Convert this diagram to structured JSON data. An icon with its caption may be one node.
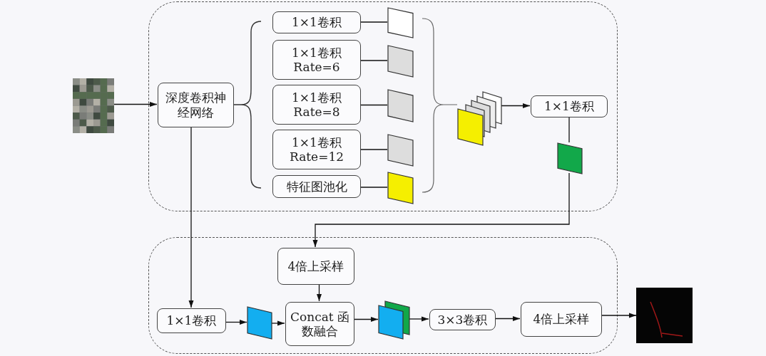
{
  "diagram": {
    "nodes": [
      {
        "text": [],
        "shape": "box"
      },
      {
        "text": [],
        "shape": "box"
      },
      {
        "text": [],
        "shape": "picture"
      },
      {
        "text": [
          "深度卷积神经网络"
        ],
        "in": 0
      },
      {
        "text": [
          "1×1卷积"
        ],
        "in": 0
      },
      {
        "text": [
          "1×1卷积 Rate=6"
        ],
        "in": 0
      },
      {
        "text": [
          "1×1卷积 Rate=8"
        ],
        "in": 0
      },
      {
        "text": [
          "1×1卷积 Rate=12"
        ],
        "in": 0
      },
      {
        "text": [
          "特征图池化"
        ],
        "in": 0
      },
      {
        "text": [],
        "shape": "box",
        "in": 0
      },
      {
        "text": [],
        "shape": "box",
        "in": 0
      },
      {
        "text": [],
        "shape": "box",
        "in": 0
      },
      {
        "text": [],
        "shape": "box",
        "in": 0
      },
      {
        "text": [],
        "shape": "box",
        "in": 0
      },
      {
        "text": [],
        "shape": "box",
        "in": 0
      },
      {
        "text": [
          "1×1卷积"
        ],
        "in": 0
      },
      {
        "text": [],
        "shape": "box",
        "in": 0
      },
      {
        "text": [
          "4倍上采样"
        ],
        "in": 1
      },
      {
        "text": [
          "1×1卷积"
        ],
        "in": 1
      },
      {
        "text": [],
        "shape": "box",
        "in": 1
      },
      {
        "text": [
          "Concat 函数融合"
        ],
        "in": 1
      },
      {
        "text": [],
        "shape": "box",
        "in": 1
      },
      {
        "text": [
          "3×3卷积"
        ],
        "in": 1
      },
      {
        "text": [
          "4倍上采样"
        ],
        "in": 1
      },
      {
        "text": [],
        "shape": "picture"
      }
    ],
    "edges": [
      {
        "from": 2,
        "to": 3,
        "arrow": "to"
      },
      {
        "from": 3,
        "to": 18,
        "arrow": "to"
      },
      {
        "from": 4,
        "to": 9,
        "arrow": "none"
      },
      {
        "from": 5,
        "to": 10,
        "arrow": "none"
      },
      {
        "from": 6,
        "to": 11,
        "arrow": "none"
      },
      {
        "from": 7,
        "to": 12,
        "arrow": "none"
      },
      {
        "from": 8,
        "to": 13,
        "arrow": "none"
      },
      {
        "from": 14,
        "to": 15,
        "arrow": "to"
      },
      {
        "from": 15,
        "to": 16,
        "arrow": "none"
      },
      {
        "from": 16,
        "to": 17,
        "arrow": "to"
      },
      {
        "from": 17,
        "to": 20,
        "arrow": "to"
      },
      {
        "from": 18,
        "to": 19,
        "arrow": "to"
      },
      {
        "from": 19,
        "to": 20,
        "arrow": "to"
      },
      {
        "from": 20,
        "to": 21,
        "arrow": "to"
      },
      {
        "from": 21,
        "to": 22,
        "arrow": "to"
      },
      {
        "from": 22,
        "to": 23,
        "arrow": "to"
      },
      {
        "from": 23,
        "to": 24,
        "arrow": "to"
      }
    ]
  }
}
